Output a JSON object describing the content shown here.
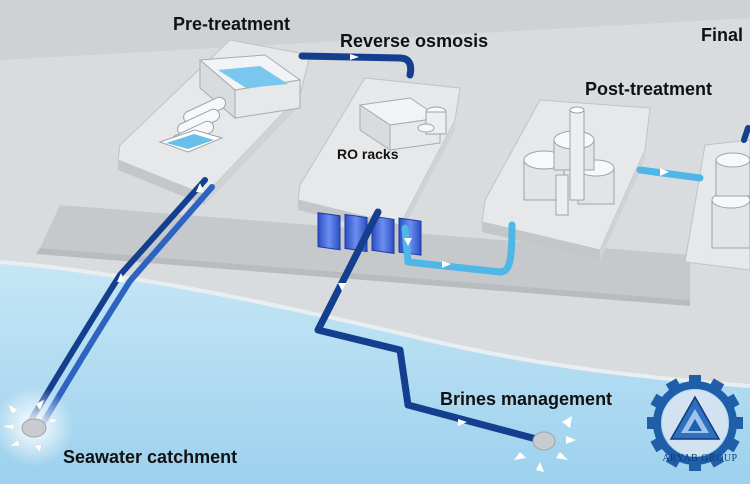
{
  "labels": {
    "pretreatment": "Pre-treatment",
    "reverse_osmosis": "Reverse osmosis",
    "final": "Final",
    "post_treatment": "Post-treatment",
    "ro_racks": "RO racks",
    "brines_management": "Brines management",
    "seawater_catchment": "Seawater catchment"
  },
  "logo": {
    "text": "ARYAB GROUP"
  },
  "colors": {
    "sea": "#aed9ef",
    "pipe_dark": "#143f8e",
    "pipe_light": "#4fb6e8",
    "ground": "#d7dadc",
    "road": "#c9cccf",
    "building": "#eef0f1",
    "logo_blue": "#1f5ea8"
  }
}
